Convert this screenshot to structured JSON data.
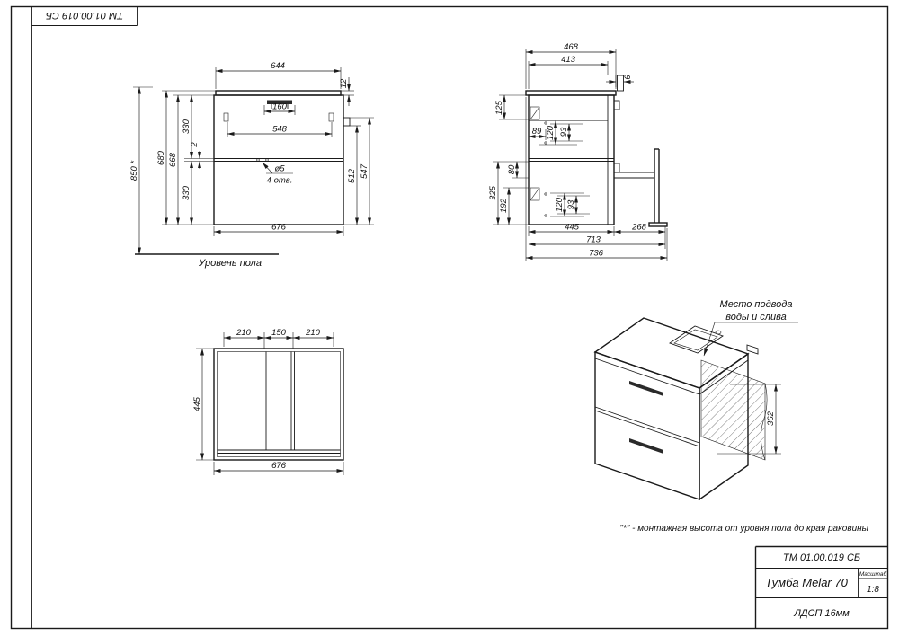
{
  "drawing": {
    "corner_stamp": "ТМ 01.00.019 СБ",
    "footnote": "\"*\" - монтажная высота от уровня пола до края раковины"
  },
  "title_block": {
    "code": "ТМ 01.00.019 СБ",
    "name": "Тумба Melar 70",
    "scale_label": "Масштаб",
    "scale_value": "1:8",
    "material": "ЛДСП 16мм"
  },
  "front_view": {
    "d644": "644",
    "d12": "12",
    "d160": "160",
    "d548": "548",
    "d330a": "330",
    "d2": "2",
    "d330b": "330",
    "d850": "850 *",
    "d680": "680",
    "d668": "668",
    "d512": "512",
    "d547": "547",
    "d676": "676",
    "hole_note_dia": "ø5",
    "hole_note_count": "4 отв.",
    "floor_label": "Уровень пола"
  },
  "side_view": {
    "d468": "468",
    "d413": "413",
    "d6": "6",
    "d125": "125",
    "d89": "89",
    "d120_top": "120",
    "d93_top": "93",
    "d325": "325",
    "d80": "80",
    "d192": "192",
    "d120_bottom": "120",
    "d93_bottom": "93",
    "d445": "445",
    "d268": "268",
    "d713": "713",
    "d736": "736"
  },
  "top_view": {
    "d210_left": "210",
    "d150": "150",
    "d210_right": "210",
    "d445": "445",
    "d676": "676"
  },
  "iso_view": {
    "label_line1": "Место подвода",
    "label_line2": "воды и слива",
    "d362": "362"
  }
}
